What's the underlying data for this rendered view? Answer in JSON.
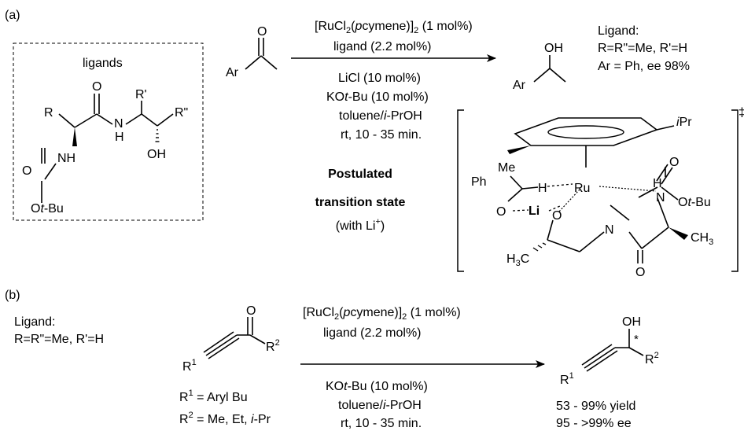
{
  "panel_a": {
    "label": "(a)",
    "box_title": "ligands",
    "ligand_atoms": {
      "r": "R",
      "r_prime": "R'",
      "r_dprime": "R\"",
      "o_top": "O",
      "n_amide": "N",
      "h_amide": "H",
      "nh": "NH",
      "oh": "OH",
      "o_carb": "O",
      "ot": "O",
      "t_ital": "t",
      "bu": "-Bu"
    },
    "substrate": {
      "o": "O",
      "ar": "Ar"
    },
    "conditions_above": {
      "l1_pre": "[RuCl",
      "l1_sub": "2",
      "l1_mid": "(",
      "l1_ital": "p",
      "l1_post": "cymene)]",
      "l1_sub2": "2",
      "l1_tail": " (1 mol%)",
      "l2": "ligand (2.2 mol%)"
    },
    "conditions_below": {
      "l1": "LiCl (10 mol%)",
      "l2_pre": "KO",
      "l2_ital": "t",
      "l2_post": "-Bu (10 mol%)",
      "l3_pre": "toluene/",
      "l3_ital": "i",
      "l3_post": "-PrOH",
      "l4": "rt, 10 - 35 min."
    },
    "product": {
      "oh": "OH",
      "ar": "Ar"
    },
    "ligand_note": {
      "title": "Ligand:",
      "line1": "R=R\"=Me, R'=H",
      "line2": "Ar = Ph, ee 98%"
    },
    "ts_caption": {
      "l1": "Postulated",
      "l2": "transition state",
      "l3_pre": "(with Li",
      "l3_sup": "+",
      "l3_post": ")"
    },
    "ts_atoms": {
      "ipr_ital": "i",
      "ipr_rest": "Pr",
      "me": "Me",
      "ph": "Ph",
      "h1": "H",
      "ru": "Ru",
      "h2": "H",
      "o_top": "O",
      "n1": "N",
      "otbu_o": "O",
      "otbu_t": "t",
      "otbu_bu": "-Bu",
      "o_left": "O",
      "li": "Li",
      "o_mid": "O",
      "n2": "N",
      "ch3": "CH",
      "ch3_sub": "3",
      "h3c": "H",
      "h3c_sub": "3",
      "h3c_c": "C",
      "o_bottom": "O",
      "dagger": "‡"
    }
  },
  "panel_b": {
    "label": "(b)",
    "ligand_note": {
      "title": "Ligand:",
      "line1": "R=R\"=Me, R'=H"
    },
    "substrate": {
      "o": "O",
      "r1": "R",
      "r1_sup": "1",
      "r2": "R",
      "r2_sup": "2"
    },
    "substituents": {
      "r1_pre": "R",
      "r1_sup": "1",
      "r1_post": " = Aryl Bu",
      "r2_pre": "R",
      "r2_sup": "2",
      "r2_mid": " = Me, Et, ",
      "r2_ital": "i",
      "r2_post": "-Pr"
    },
    "conditions_above": {
      "l1_pre": "[RuCl",
      "l1_sub": "2",
      "l1_mid": "(",
      "l1_ital": "p",
      "l1_post": "cymene)]",
      "l1_sub2": "2",
      "l1_tail": " (1 mol%)",
      "l2": "ligand (2.2 mol%)"
    },
    "conditions_below": {
      "l1_pre": "KO",
      "l1_ital": "t",
      "l1_post": "-Bu (10 mol%)",
      "l2_pre": "toluene/",
      "l2_ital": "i",
      "l2_post": "-PrOH",
      "l3": "rt, 10 - 35 min."
    },
    "product": {
      "oh": "OH",
      "star": "*",
      "r1": "R",
      "r1_sup": "1",
      "r2": "R",
      "r2_sup": "2"
    },
    "results": {
      "yield": "53 - 99% yield",
      "ee": "95 - >99% ee"
    }
  }
}
